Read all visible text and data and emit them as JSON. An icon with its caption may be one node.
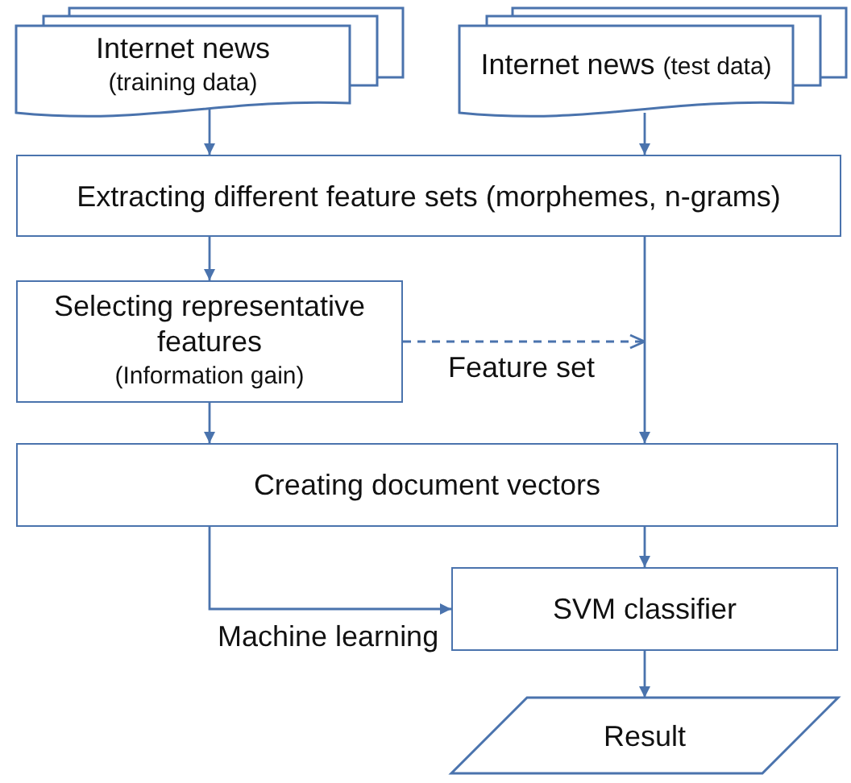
{
  "diagram": {
    "nodes": [
      {
        "text": [
          "Internet news",
          "(training data)"
        ]
      },
      {
        "text": [
          "Internet news",
          "(test data)"
        ]
      },
      {
        "text": [
          "Extracting different feature sets (morphemes, n-grams)"
        ]
      },
      {
        "text": [
          "Selecting representative features",
          "(Information gain)"
        ]
      },
      {
        "text": [
          "Creating document vectors"
        ]
      },
      {
        "text": [
          "SVM classifier"
        ]
      },
      {
        "text": [
          "Result"
        ]
      }
    ],
    "edges": [
      {
        "from": 0,
        "to": 2,
        "arrow": "to"
      },
      {
        "from": 1,
        "to": 2,
        "arrow": "to"
      },
      {
        "from": 2,
        "to": 3,
        "arrow": "to"
      },
      {
        "from": 2,
        "to": 4,
        "arrow": "to"
      },
      {
        "from": 3,
        "to": 4,
        "arrow": "to"
      },
      {
        "from": 3,
        "to": null,
        "arrow": "to",
        "style": "dashed",
        "label": "Feature set"
      },
      {
        "from": 4,
        "to": 5,
        "arrow": "to",
        "label": "Machine learning"
      },
      {
        "from": 4,
        "to": 5,
        "arrow": "to"
      },
      {
        "from": 5,
        "to": 6,
        "arrow": "to"
      }
    ]
  }
}
